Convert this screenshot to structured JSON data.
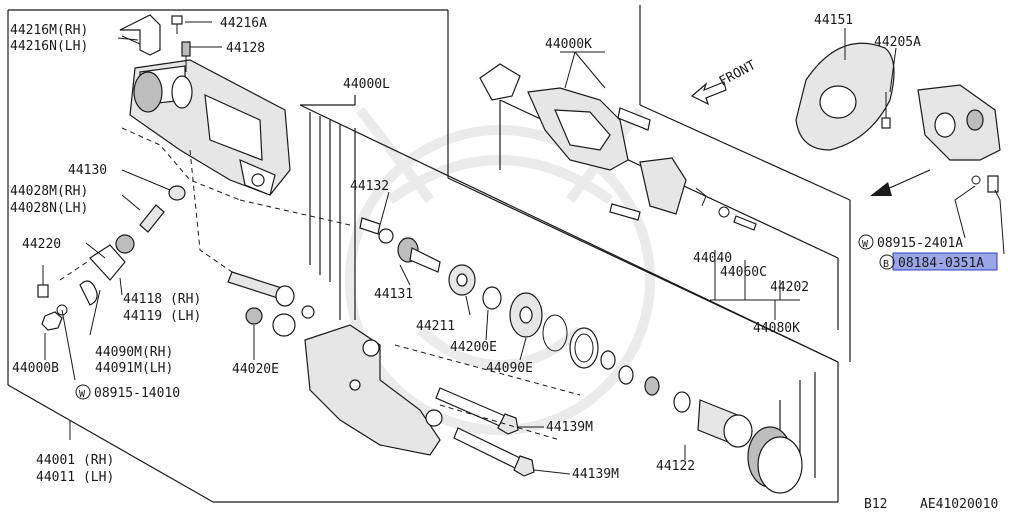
{
  "diagram": {
    "footer_page": "B12",
    "footer_code": "AE41020010",
    "front_label": "FRONT",
    "labels": {
      "l_44216M": "44216M(RH)",
      "l_44216N": "44216N(LH)",
      "l_44216A": "44216A",
      "l_44128": "44128",
      "l_44130": "44130",
      "l_44028M": "44028M(RH)",
      "l_44028N": "44028N(LH)",
      "l_44220": "44220",
      "l_44118": "44118 (RH)",
      "l_44119": "44119 (LH)",
      "l_44090M": "44090M(RH)",
      "l_44091M": "44091M(LH)",
      "l_44000B": "44000B",
      "l_08915_14010": "08915-14010",
      "l_44020E": "44020E",
      "l_44001": "44001 (RH)",
      "l_44011": "44011 (LH)",
      "l_44000L": "44000L",
      "l_44132": "44132",
      "l_44131": "44131",
      "l_44211": "44211",
      "l_44200E": "44200E",
      "l_44090E": "44090E",
      "l_44139M_a": "44139M",
      "l_44139M_b": "44139M",
      "l_44122": "44122",
      "l_44000K": "44000K",
      "l_44040": "44040",
      "l_44060C": "44060C",
      "l_44202": "44202",
      "l_44080K": "44080K",
      "l_44151": "44151",
      "l_44205A": "44205A",
      "l_08915_2401A": "08915-2401A",
      "l_08184_0351A": "08184-0351A"
    },
    "circle_prefixes": {
      "w1": "W",
      "w2": "W",
      "b1": "B"
    }
  }
}
